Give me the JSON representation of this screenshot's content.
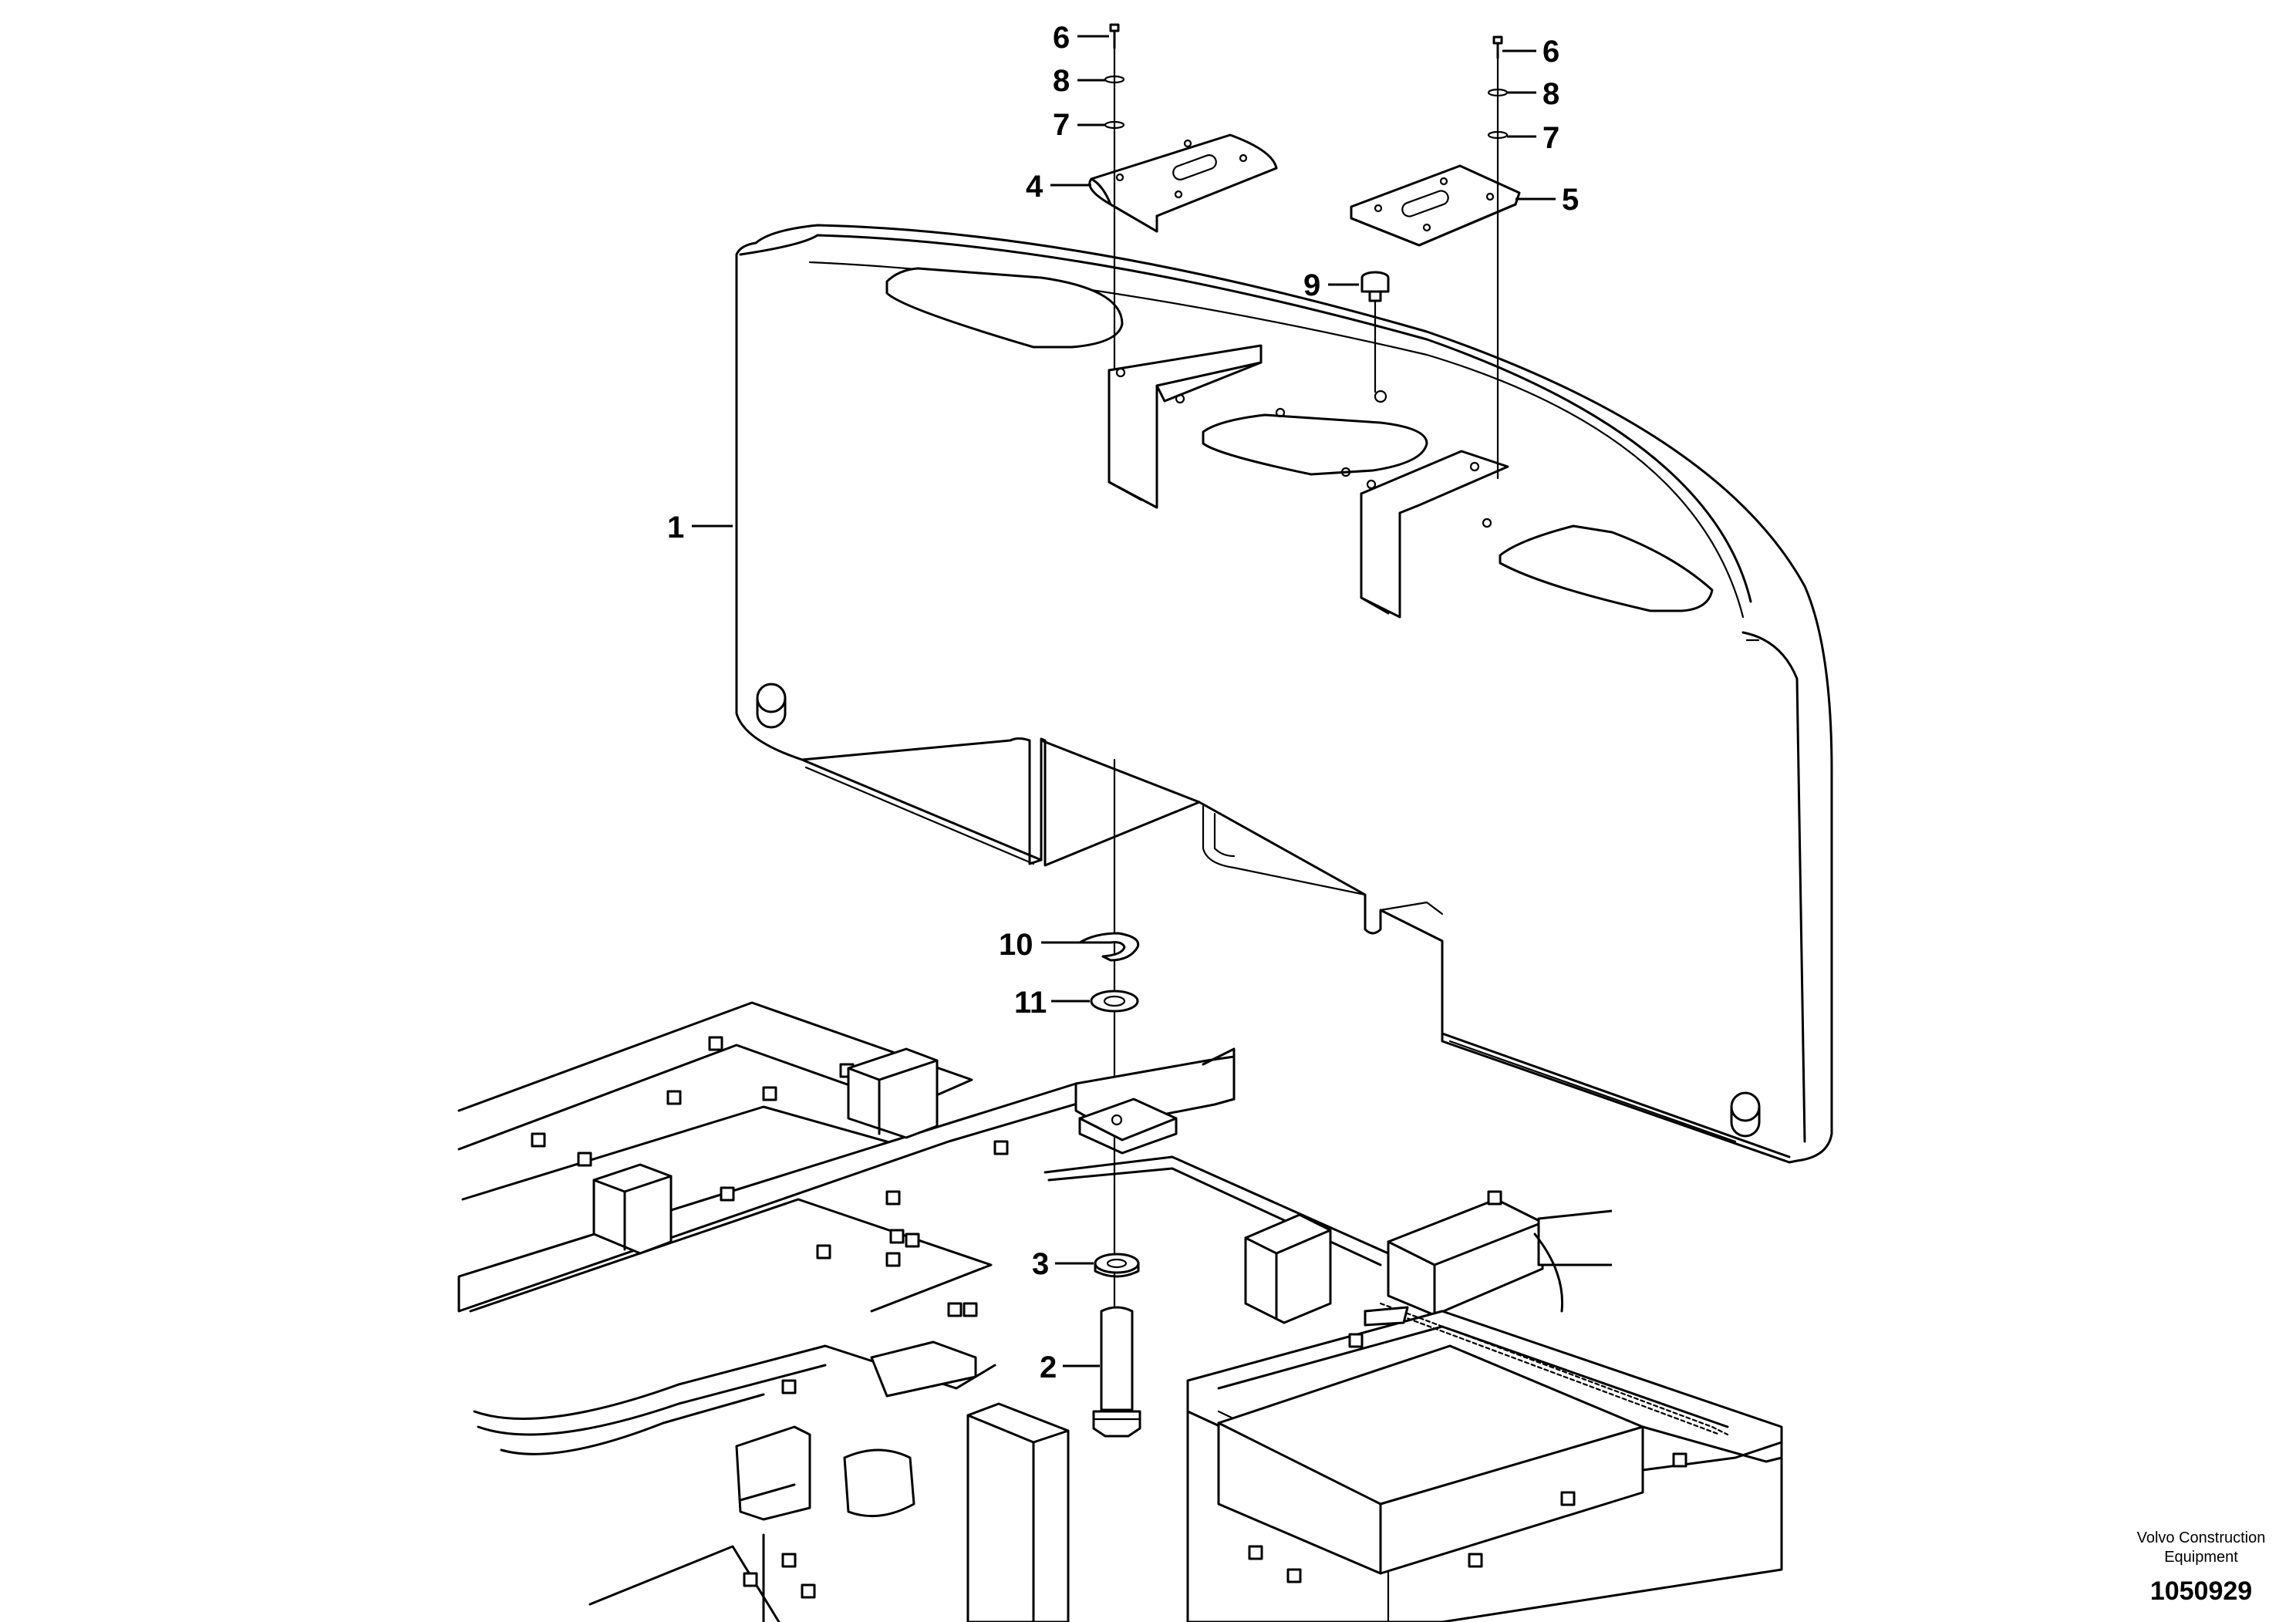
{
  "callouts": [
    {
      "id": "c6a",
      "label": "6"
    },
    {
      "id": "c8a",
      "label": "8"
    },
    {
      "id": "c7a",
      "label": "7"
    },
    {
      "id": "c4",
      "label": "4"
    },
    {
      "id": "c6b",
      "label": "6"
    },
    {
      "id": "c8b",
      "label": "8"
    },
    {
      "id": "c7b",
      "label": "7"
    },
    {
      "id": "c5",
      "label": "5"
    },
    {
      "id": "c9",
      "label": "9"
    },
    {
      "id": "c1",
      "label": "1"
    },
    {
      "id": "c10",
      "label": "10"
    },
    {
      "id": "c11",
      "label": "11"
    },
    {
      "id": "c3",
      "label": "3"
    },
    {
      "id": "c2",
      "label": "2"
    }
  ],
  "credit": {
    "line1": "Volvo Construction",
    "line2": "Equipment"
  },
  "document_number": "1050929"
}
